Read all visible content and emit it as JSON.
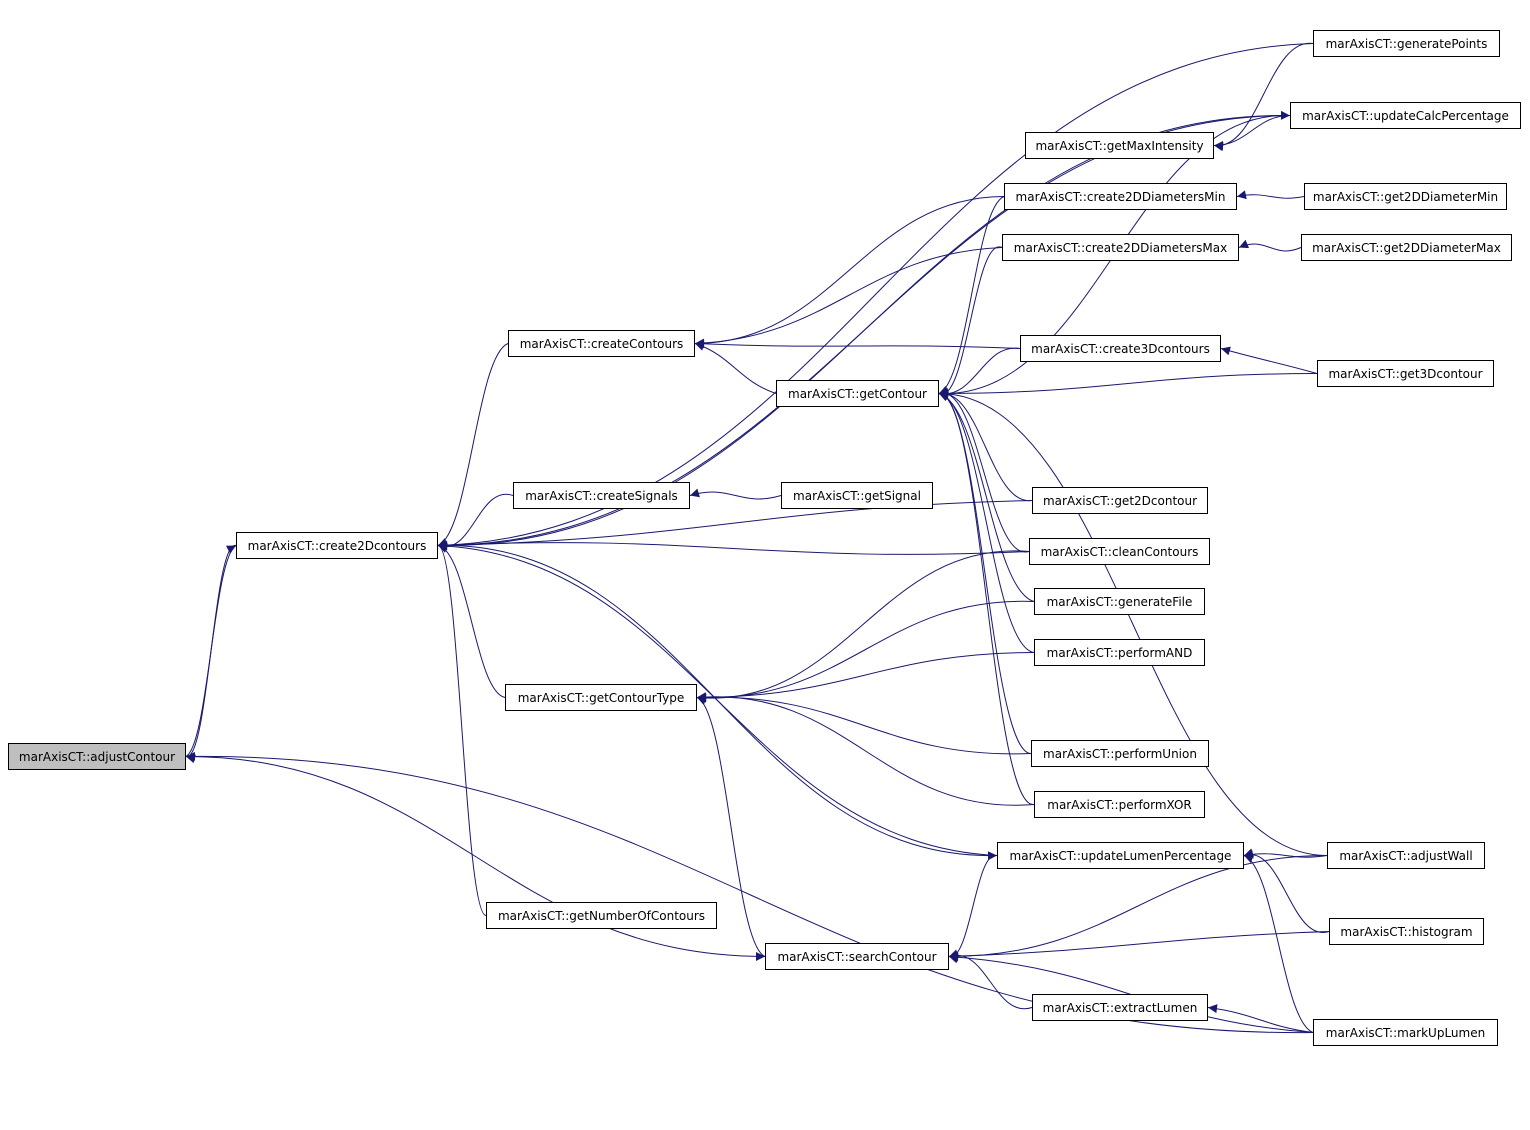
{
  "colors": {
    "edge": "#191970",
    "node_border": "#000000",
    "root_fill": "#bfbfbf"
  },
  "nodes": [
    {
      "id": "adjustContour",
      "label": "marAxisCT::adjustContour",
      "root": true
    },
    {
      "id": "create2Dcontours",
      "label": "marAxisCT::create2Dcontours"
    },
    {
      "id": "createContours",
      "label": "marAxisCT::createContours"
    },
    {
      "id": "createSignals",
      "label": "marAxisCT::createSignals"
    },
    {
      "id": "getContourType",
      "label": "marAxisCT::getContourType"
    },
    {
      "id": "getNumberOfContours",
      "label": "marAxisCT::getNumberOfContours"
    },
    {
      "id": "getContour",
      "label": "marAxisCT::getContour"
    },
    {
      "id": "getSignal",
      "label": "marAxisCT::getSignal"
    },
    {
      "id": "searchContour",
      "label": "marAxisCT::searchContour"
    },
    {
      "id": "getMaxIntensity",
      "label": "marAxisCT::getMaxIntensity"
    },
    {
      "id": "create2DDiametersMin",
      "label": "marAxisCT::create2DDiametersMin"
    },
    {
      "id": "create2DDiametersMax",
      "label": "marAxisCT::create2DDiametersMax"
    },
    {
      "id": "create3Dcontours",
      "label": "marAxisCT::create3Dcontours"
    },
    {
      "id": "get2Dcontour",
      "label": "marAxisCT::get2Dcontour"
    },
    {
      "id": "cleanContours",
      "label": "marAxisCT::cleanContours"
    },
    {
      "id": "generateFile",
      "label": "marAxisCT::generateFile"
    },
    {
      "id": "performAND",
      "label": "marAxisCT::performAND"
    },
    {
      "id": "performUnion",
      "label": "marAxisCT::performUnion"
    },
    {
      "id": "performXOR",
      "label": "marAxisCT::performXOR"
    },
    {
      "id": "updateLumenPercentage",
      "label": "marAxisCT::updateLumenPercentage"
    },
    {
      "id": "extractLumen",
      "label": "marAxisCT::extractLumen"
    },
    {
      "id": "generatePoints",
      "label": "marAxisCT::generatePoints"
    },
    {
      "id": "updateCalcPercentage",
      "label": "marAxisCT::updateCalcPercentage"
    },
    {
      "id": "get2DDiameterMin",
      "label": "marAxisCT::get2DDiameterMin"
    },
    {
      "id": "get2DDiameterMax",
      "label": "marAxisCT::get2DDiameterMax"
    },
    {
      "id": "get3Dcontour",
      "label": "marAxisCT::get3Dcontour"
    },
    {
      "id": "adjustWall",
      "label": "marAxisCT::adjustWall"
    },
    {
      "id": "histogram",
      "label": "marAxisCT::histogram"
    },
    {
      "id": "markUpLumen",
      "label": "marAxisCT::markUpLumen"
    }
  ],
  "edges": [
    {
      "from": "adjustContour",
      "to": "create2Dcontours"
    },
    {
      "from": "create2Dcontours",
      "to": "adjustContour"
    },
    {
      "from": "adjustContour",
      "to": "searchContour"
    },
    {
      "from": "markUpLumen",
      "to": "adjustContour"
    },
    {
      "from": "createContours",
      "to": "create2Dcontours"
    },
    {
      "from": "createSignals",
      "to": "create2Dcontours"
    },
    {
      "from": "getContourType",
      "to": "create2Dcontours"
    },
    {
      "from": "getNumberOfContours",
      "to": "create2Dcontours"
    },
    {
      "from": "get2Dcontour",
      "to": "create2Dcontours"
    },
    {
      "from": "cleanContours",
      "to": "create2Dcontours"
    },
    {
      "from": "updateLumenPercentage",
      "to": "create2Dcontours"
    },
    {
      "from": "create2Dcontours",
      "to": "updateLumenPercentage"
    },
    {
      "from": "updateCalcPercentage",
      "to": "create2Dcontours"
    },
    {
      "from": "create2Dcontours",
      "to": "updateCalcPercentage"
    },
    {
      "from": "generatePoints",
      "to": "create2Dcontours"
    },
    {
      "from": "getContour",
      "to": "createContours"
    },
    {
      "from": "create3Dcontours",
      "to": "createContours"
    },
    {
      "from": "create2DDiametersMin",
      "to": "createContours"
    },
    {
      "from": "create2DDiametersMax",
      "to": "createContours"
    },
    {
      "from": "getSignal",
      "to": "createSignals"
    },
    {
      "from": "cleanContours",
      "to": "getContourType"
    },
    {
      "from": "generateFile",
      "to": "getContourType"
    },
    {
      "from": "performAND",
      "to": "getContourType"
    },
    {
      "from": "performUnion",
      "to": "getContourType"
    },
    {
      "from": "performXOR",
      "to": "getContourType"
    },
    {
      "from": "searchContour",
      "to": "getContourType"
    },
    {
      "from": "create3Dcontours",
      "to": "getContour"
    },
    {
      "from": "get3Dcontour",
      "to": "getContour"
    },
    {
      "from": "get2Dcontour",
      "to": "getContour"
    },
    {
      "from": "cleanContours",
      "to": "getContour"
    },
    {
      "from": "generateFile",
      "to": "getContour"
    },
    {
      "from": "performAND",
      "to": "getContour"
    },
    {
      "from": "performUnion",
      "to": "getContour"
    },
    {
      "from": "performXOR",
      "to": "getContour"
    },
    {
      "from": "create2DDiametersMin",
      "to": "getContour"
    },
    {
      "from": "create2DDiametersMax",
      "to": "getContour"
    },
    {
      "from": "updateCalcPercentage",
      "to": "getContour"
    },
    {
      "from": "adjustWall",
      "to": "getContour"
    },
    {
      "from": "get2DDiameterMin",
      "to": "create2DDiametersMin"
    },
    {
      "from": "get2DDiameterMax",
      "to": "create2DDiametersMax"
    },
    {
      "from": "get3Dcontour",
      "to": "create3Dcontours"
    },
    {
      "from": "generatePoints",
      "to": "getMaxIntensity"
    },
    {
      "from": "updateCalcPercentage",
      "to": "getMaxIntensity"
    },
    {
      "from": "adjustWall",
      "to": "updateLumenPercentage"
    },
    {
      "from": "histogram",
      "to": "updateLumenPercentage"
    },
    {
      "from": "markUpLumen",
      "to": "updateLumenPercentage"
    },
    {
      "from": "updateLumenPercentage",
      "to": "searchContour"
    },
    {
      "from": "adjustWall",
      "to": "searchContour"
    },
    {
      "from": "histogram",
      "to": "searchContour"
    },
    {
      "from": "extractLumen",
      "to": "searchContour"
    },
    {
      "from": "markUpLumen",
      "to": "searchContour"
    },
    {
      "from": "markUpLumen",
      "to": "extractLumen"
    }
  ]
}
